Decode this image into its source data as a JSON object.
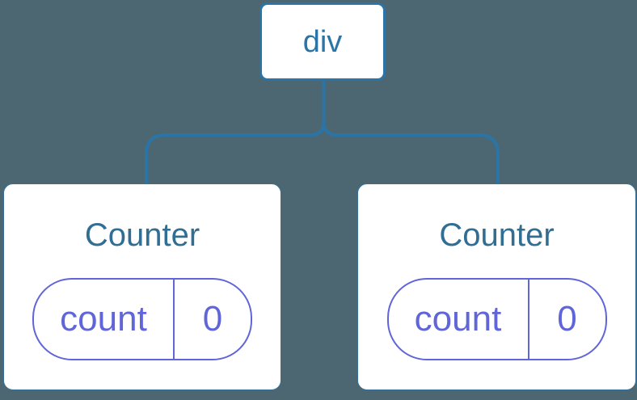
{
  "diagram": {
    "kind": "component-tree",
    "background_color": "#4c6771",
    "colors": {
      "connector_blue": "#2b74a8",
      "root_border_blue": "#2b74a8",
      "root_text_blue": "#2b74a8",
      "component_title_blue": "#316e93",
      "state_purple": "#6065d9",
      "card_background": "#ffffff"
    },
    "root": {
      "label": "div"
    },
    "children": [
      {
        "title": "Counter",
        "state": {
          "key": "count",
          "value": "0"
        }
      },
      {
        "title": "Counter",
        "state": {
          "key": "count",
          "value": "0"
        }
      }
    ]
  }
}
